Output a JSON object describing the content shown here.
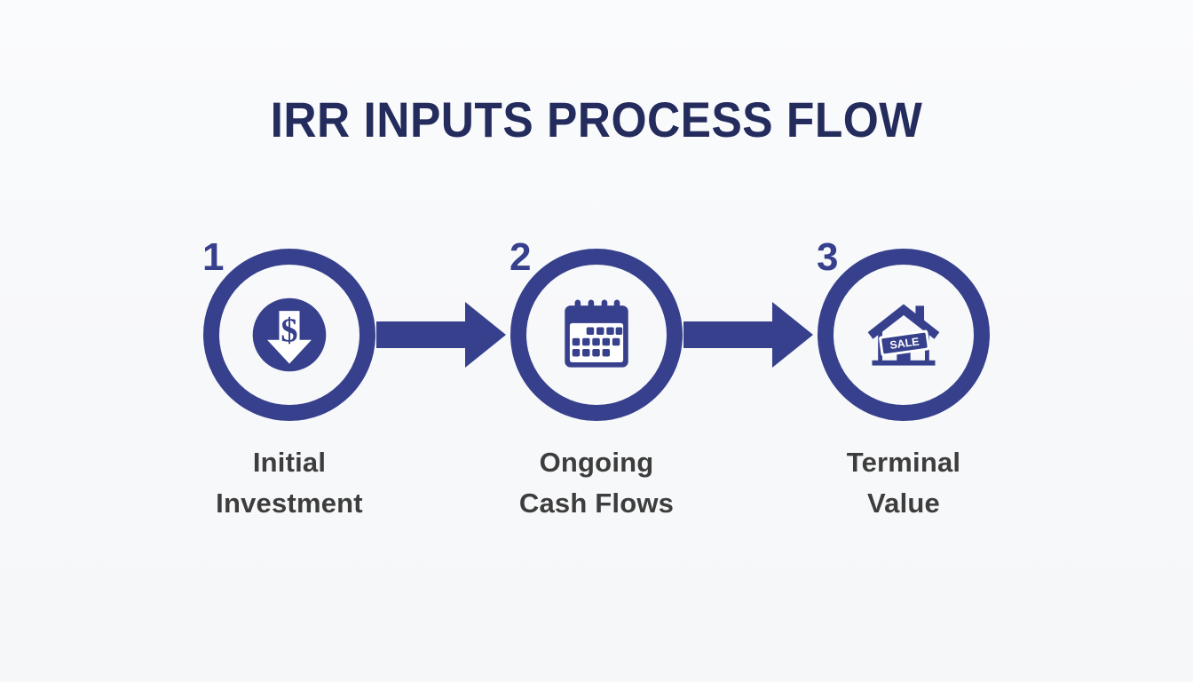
{
  "page": {
    "title": "IRR INPUTS PROCESS FLOW",
    "background_color": "#f8f9fa",
    "accent_color": "#36408c",
    "title_color": "#232c5c",
    "label_color": "#3d3d3d"
  },
  "flow": {
    "steps": [
      {
        "number": "1",
        "icon": "dollar-down-arrow-icon",
        "label_line1": "Initial",
        "label_line2": "Investment"
      },
      {
        "number": "2",
        "icon": "calendar-icon",
        "label_line1": "Ongoing",
        "label_line2": "Cash Flows"
      },
      {
        "number": "3",
        "icon": "house-sale-icon",
        "label_line1": "Terminal",
        "label_line2": "Value"
      }
    ],
    "connectors": [
      {
        "icon": "right-arrow-icon"
      },
      {
        "icon": "right-arrow-icon"
      }
    ],
    "house_sign_text": "SALE"
  }
}
